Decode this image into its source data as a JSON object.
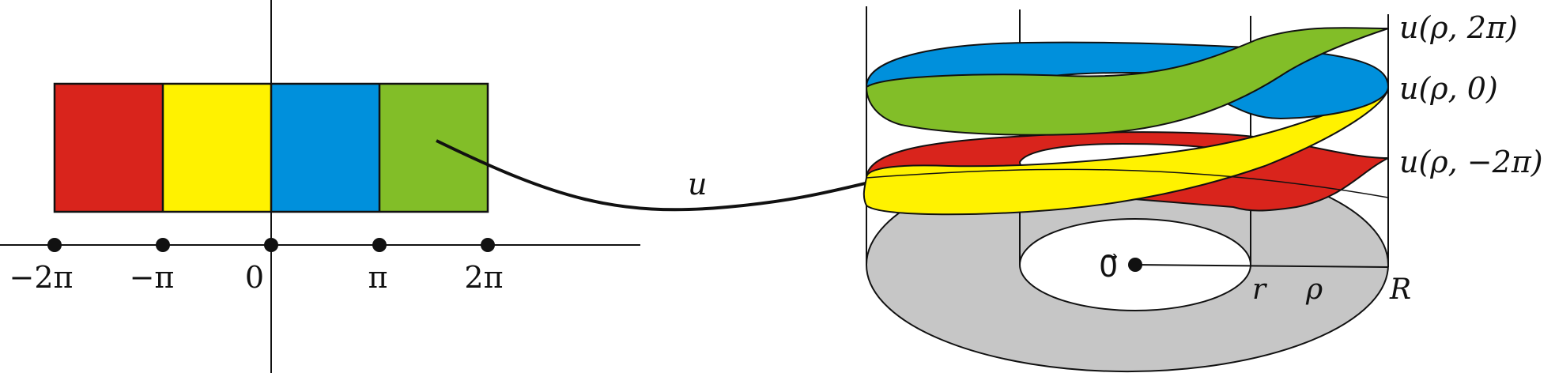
{
  "colors": {
    "red": "#d9241c",
    "yellow": "#fff200",
    "blue": "#0090dc",
    "green": "#82be28",
    "gray": "#c6c6c6",
    "stroke": "#111111"
  },
  "axis_ticks": [
    "−2π",
    "−π",
    "0",
    "π",
    "2π"
  ],
  "map_label": "u",
  "surface_labels": {
    "top": "u(ρ, 2π)",
    "middle": "u(ρ, 0)",
    "bottom": "u(ρ, −2π)"
  },
  "origin_label": "0⃗",
  "radial_labels": {
    "r": "r",
    "rho": "ρ",
    "R": "R"
  }
}
